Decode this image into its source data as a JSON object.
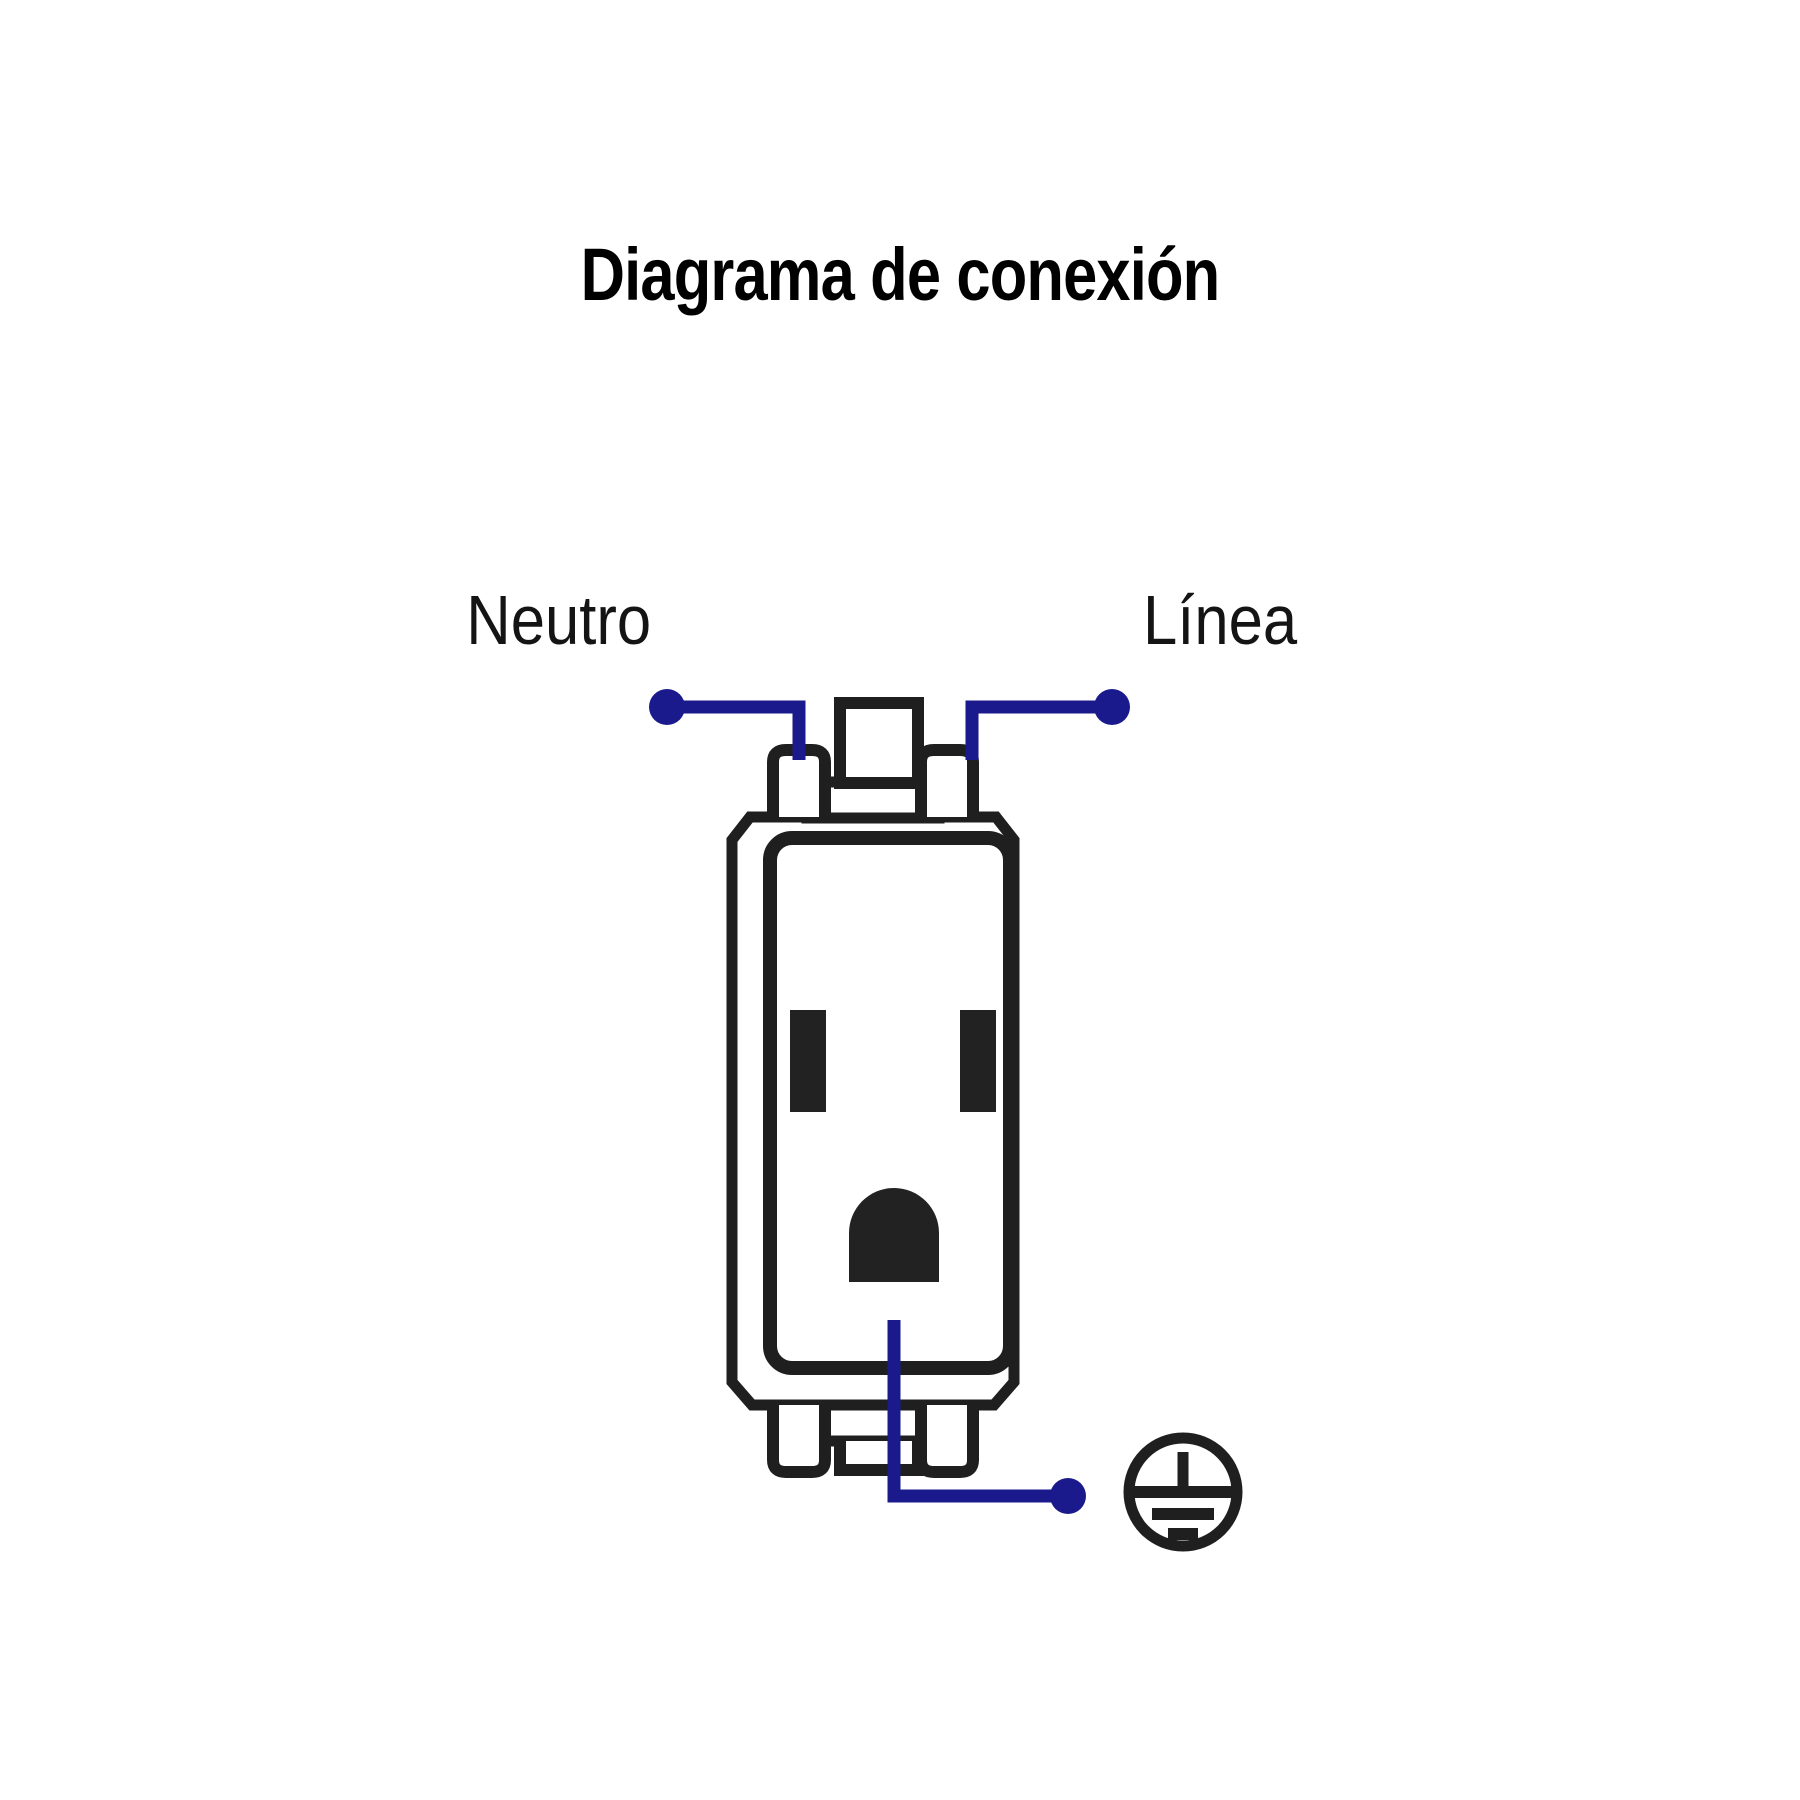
{
  "page": {
    "title": "Diagrama de conexión",
    "background_color": "#ffffff"
  },
  "colors": {
    "wire": "#1a1a8c",
    "outline": "#1f1f1f",
    "slot_fill": "#222222",
    "text": "#000000"
  },
  "labels": {
    "neutral": "Neutro",
    "line": "Línea"
  },
  "diagram": {
    "device": "receptacle-outlet-nema-5-15",
    "terminals": [
      {
        "name": "neutral-terminal",
        "side": "left",
        "label": "Neutro"
      },
      {
        "name": "line-terminal",
        "side": "right",
        "label": "Línea"
      },
      {
        "name": "ground-terminal",
        "side": "bottom",
        "label": "ground-symbol"
      }
    ],
    "ground_symbol": "earth-ground-circle"
  }
}
